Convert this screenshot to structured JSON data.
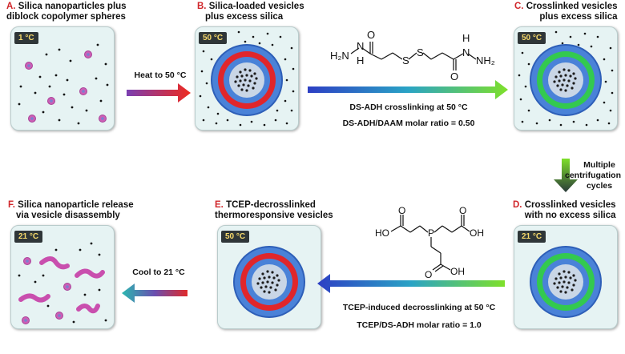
{
  "panels": {
    "A": {
      "letter": "A.",
      "line1": "Silica nanoparticles plus",
      "line2": "diblock copolymer spheres",
      "temp": "1 °C"
    },
    "B": {
      "letter": "B.",
      "line1": "Silica-loaded vesicles",
      "line2": "plus excess silica",
      "temp": "50 °C"
    },
    "C": {
      "letter": "C.",
      "line1": "Crosslinked vesicles",
      "line2": "plus excess silica",
      "temp": "50 °C"
    },
    "D": {
      "letter": "D.",
      "line1": "Crosslinked vesicles",
      "line2": "with no excess silica",
      "temp": "21 °C"
    },
    "E": {
      "letter": "E.",
      "line1": "TCEP-decrosslinked",
      "line2": "thermoresponsive vesicles",
      "temp": "50 °C"
    },
    "F": {
      "letter": "F.",
      "line1": "Silica nanoparticle release",
      "line2": "via vesicle disassembly",
      "temp": "21 °C"
    }
  },
  "steps": {
    "heat": "Heat to 50 °C",
    "crosslink_line1": "DS-ADH crosslinking at 50 °C",
    "crosslink_line2": "DS-ADH/DAAM molar ratio = 0.50",
    "centrifuge_line1": "Multiple",
    "centrifuge_line2": "centrifugation",
    "centrifuge_line3": "cycles",
    "decrosslink_line1": "TCEP-induced decrosslinking at 50 °C",
    "decrosslink_line2": "TCEP/DS-ADH molar ratio = 1.0",
    "cool": "Cool to 21 °C"
  },
  "molecules": {
    "dsadh": {
      "left_amine": "H₂N",
      "left_nh": "N",
      "left_h": "H",
      "o1": "O",
      "s1": "S",
      "s2": "S",
      "o2": "O",
      "right_nh": "N",
      "right_h": "H",
      "right_amine": "NH₂"
    },
    "tcep": {
      "ho_left": "HO",
      "o_left": "O",
      "p": "P",
      "o_right": "O",
      "oh_right": "OH",
      "o_bottom": "O",
      "oh_bottom": "OH"
    }
  },
  "colors": {
    "panel_bg": "#e6f3f3",
    "vesicle_blue": "#3b6cc4",
    "crosslink_green": "#33c94f",
    "membrane_red": "#e0262b",
    "particle_pink": "#cc5fb5",
    "label_letter_red": "#d0262a"
  }
}
